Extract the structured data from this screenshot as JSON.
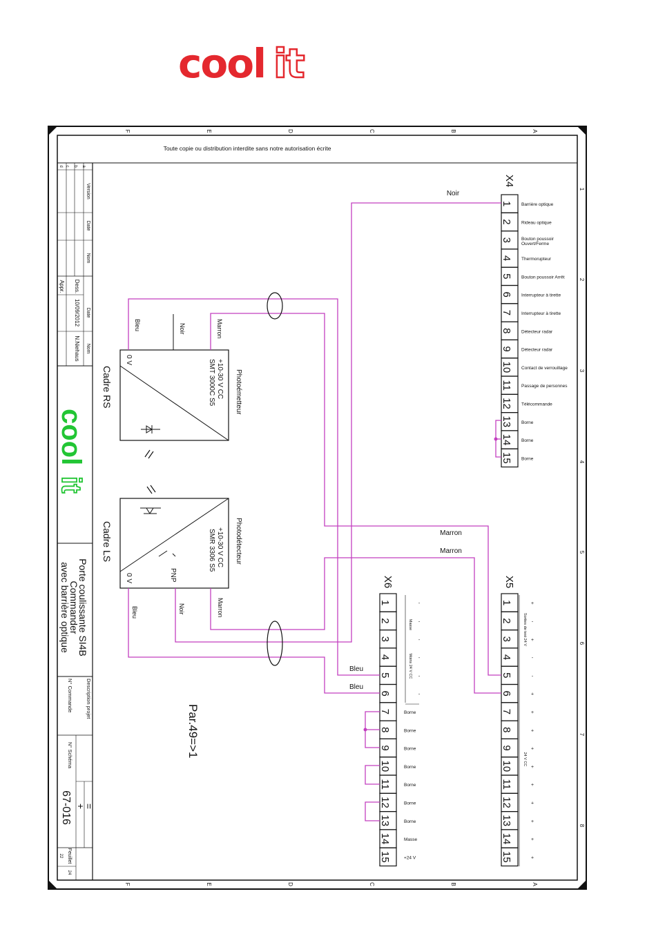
{
  "logo": {
    "word1": "cool",
    "word2": "it"
  },
  "frame": {
    "notice": "Toute copie ou distribution interdite sans notre autorisation écrite",
    "col_letters": [
      "F",
      "E",
      "D",
      "C",
      "B",
      "A"
    ],
    "row_numbers": [
      "1",
      "2",
      "3",
      "4",
      "5",
      "6",
      "7",
      "8"
    ]
  },
  "title_block": {
    "rev_letters": [
      "a",
      "b",
      "c",
      "d"
    ],
    "head_version": "Version",
    "head_date": "Date",
    "head_nom": "Nom",
    "dess_label": "Dess.",
    "appr_label": "Appr.",
    "dess_date": "10/09/2012",
    "dess_name": "N.Niehaus",
    "logo_word1": "cool",
    "logo_word2": "it",
    "title_line1": "Porte coulissante SI4B",
    "title_line2": "Commander",
    "title_line3": "avec barrière optique",
    "desc_label": "Description projet",
    "order_label": "N° Commande",
    "schema_label": "N° Schéma",
    "schema_number": "67-016",
    "sheet_label": "Feuillet",
    "sheet_no": "22",
    "sheet_total": "24",
    "sym1": "+",
    "sym2": "="
  },
  "terminal_x4": {
    "label": "X4",
    "numbers": [
      "1",
      "2",
      "3",
      "4",
      "5",
      "6",
      "7",
      "8",
      "9",
      "10",
      "11",
      "12",
      "13",
      "14",
      "15"
    ],
    "functions": [
      "Barrière optique",
      "Rideau optique",
      "Bouton poussoir",
      "Thermorupteur",
      "Bouton poussoir Arrêt",
      "Interrupteur à tirette",
      "Interrupteur à tirette",
      "Détecteur radar",
      "Détecteur radar",
      "Contact de verrouillage",
      "Passage de personnes",
      "Télécommande",
      "Borne",
      "Borne",
      "Borne"
    ],
    "function3_line2": "Ouvert/Ferme"
  },
  "terminal_x5": {
    "label": "X5",
    "numbers": [
      "1",
      "2",
      "3",
      "4",
      "5",
      "6",
      "7",
      "8",
      "9",
      "10",
      "11",
      "12",
      "13",
      "14",
      "15"
    ],
    "signs": [
      "+",
      "-",
      "+",
      "-",
      "-",
      "+",
      "+",
      "+",
      "+",
      "+",
      "+",
      "+",
      "+",
      "+",
      "+"
    ],
    "note1": "Sorties de test 24 V",
    "note2": "24 V CC"
  },
  "terminal_x6": {
    "label": "X6",
    "numbers": [
      "1",
      "2",
      "3",
      "4",
      "5",
      "6",
      "7",
      "8",
      "9",
      "10",
      "11",
      "12",
      "13",
      "14",
      "15"
    ],
    "signs": [
      "-",
      "-",
      "-",
      "-",
      "-",
      "-"
    ],
    "functions": [
      "Borne",
      "Borne",
      "Borne",
      "Borne",
      "Borne",
      "Borne",
      "Borne",
      "Masse",
      "+24 V"
    ],
    "note1": "Masse",
    "note2": "Moins 24 V CC"
  },
  "emitter": {
    "frame_label": "Cadre RS",
    "title": "Photoémetteur",
    "voltage": "+10-30 V CC",
    "model": "SMT 3000C S5",
    "zero_v": "0 V"
  },
  "receiver": {
    "frame_label": "Cadre LS",
    "title": "Photodétecteur",
    "voltage": "+10-30 V CC",
    "model": "SMR 3306 S5",
    "zero_v": "0 V",
    "output": "PNP"
  },
  "wires": {
    "noir_x4": "Noir",
    "marron_1": "Marron",
    "marron_2": "Marron",
    "bleu_1": "Bleu",
    "bleu_2": "Bleu",
    "em_bleu": "Bleu",
    "em_noir": "Noir",
    "em_marron": "Marron",
    "rx_bleu": "Bleu",
    "rx_noir": "Noir",
    "rx_marron": "Marron"
  },
  "parameter": "Par.49=>1",
  "colors": {
    "wire": "#c23fbf",
    "logo_red": "#e4282e",
    "logo_green": "#22c534",
    "ink": "#111111"
  }
}
